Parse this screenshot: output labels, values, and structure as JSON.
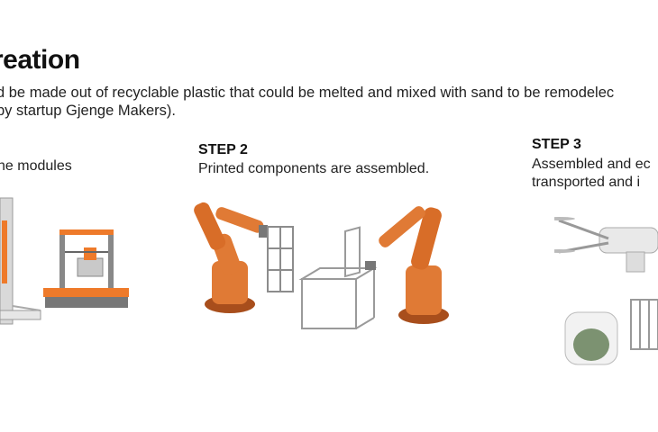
{
  "heading": "reation",
  "intro": {
    "line1": "d be made out of recyclable plastic that could be melted and mixed with sand to be remodelec",
    "line2": "by startup Gjenge Makers)."
  },
  "steps": [
    {
      "label": "",
      "text": "ne modules"
    },
    {
      "label": "STEP 2",
      "text": "Printed components are assembled."
    },
    {
      "label": "STEP 3",
      "text_line1": "Assembled and ec",
      "text_line2": "transported  and i"
    }
  ],
  "colors": {
    "robot": "#e07a35",
    "robot_dark": "#a84e1c",
    "frame": "#9a9a9a",
    "printer": "#ee7a2a"
  }
}
